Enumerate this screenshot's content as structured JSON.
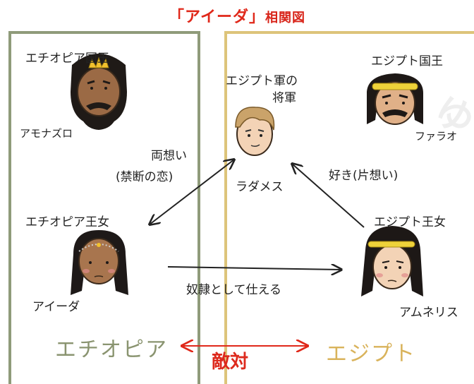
{
  "title": {
    "main": "「アイーダ」",
    "tail": "相関図"
  },
  "regions": {
    "ethiopia": "エチオピア",
    "egypt": "エジプト",
    "enmity": "敵対"
  },
  "characters": {
    "ethiopia_king": {
      "role": "エチオピア国王",
      "name": "アモナズロ"
    },
    "radames": {
      "role_line1": "エジプト軍の",
      "role_line2": "将軍",
      "name": "ラダメス"
    },
    "egypt_king": {
      "role": "エジプト国王",
      "name": "ファラオ"
    },
    "ethiopia_princess": {
      "role": "エチオピア王女",
      "name": "アイーダ"
    },
    "egypt_princess": {
      "role": "エジプト王女",
      "name": "アムネリス"
    }
  },
  "relations": {
    "mutual_line1": "両想い",
    "mutual_line2": "(禁断の恋)",
    "one_sided": "好き(片想い)",
    "servant": "奴隷として仕える"
  },
  "watermark": "ゆ",
  "colors": {
    "title": "#e0281a",
    "ethiopia": "#8f9b7a",
    "egypt": "#ddc47a",
    "enmity": "#dd2a1d"
  }
}
